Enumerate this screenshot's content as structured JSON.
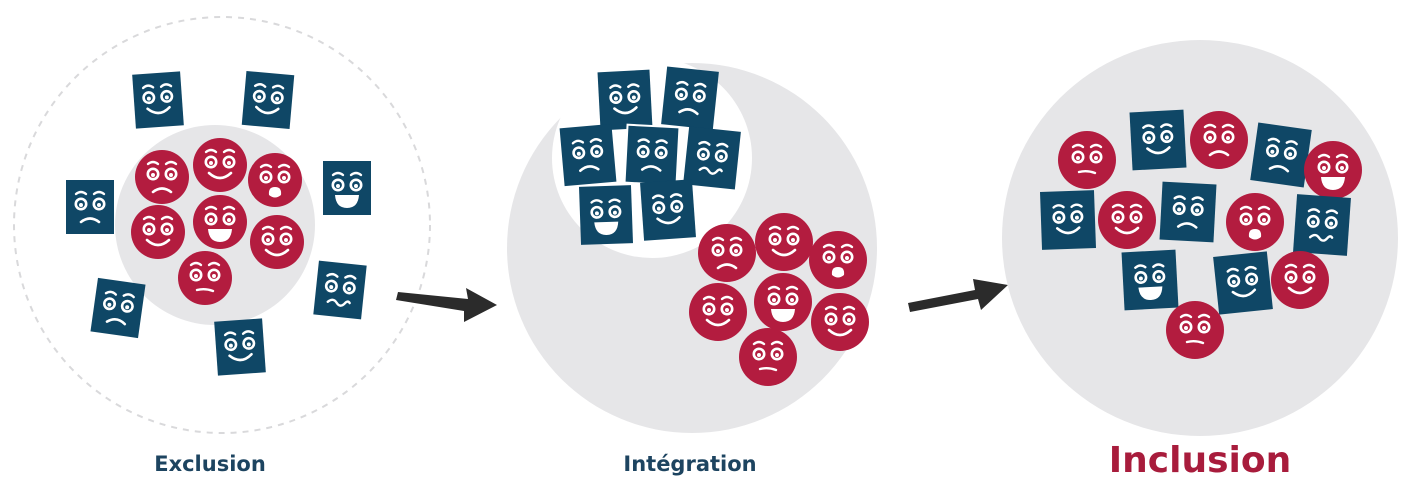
{
  "labels": {
    "exclusion": "Exclusion",
    "integration": "Intégration",
    "inclusion": "Inclusion"
  },
  "colors": {
    "square": "#0f4766",
    "circle": "#b31c3f",
    "panel": "#e6e6e8",
    "dashed_ring": "#d9d9db",
    "arrow": "#2b2b2b",
    "label_primary": "#1d4460",
    "label_accent": "#a81c3c"
  }
}
